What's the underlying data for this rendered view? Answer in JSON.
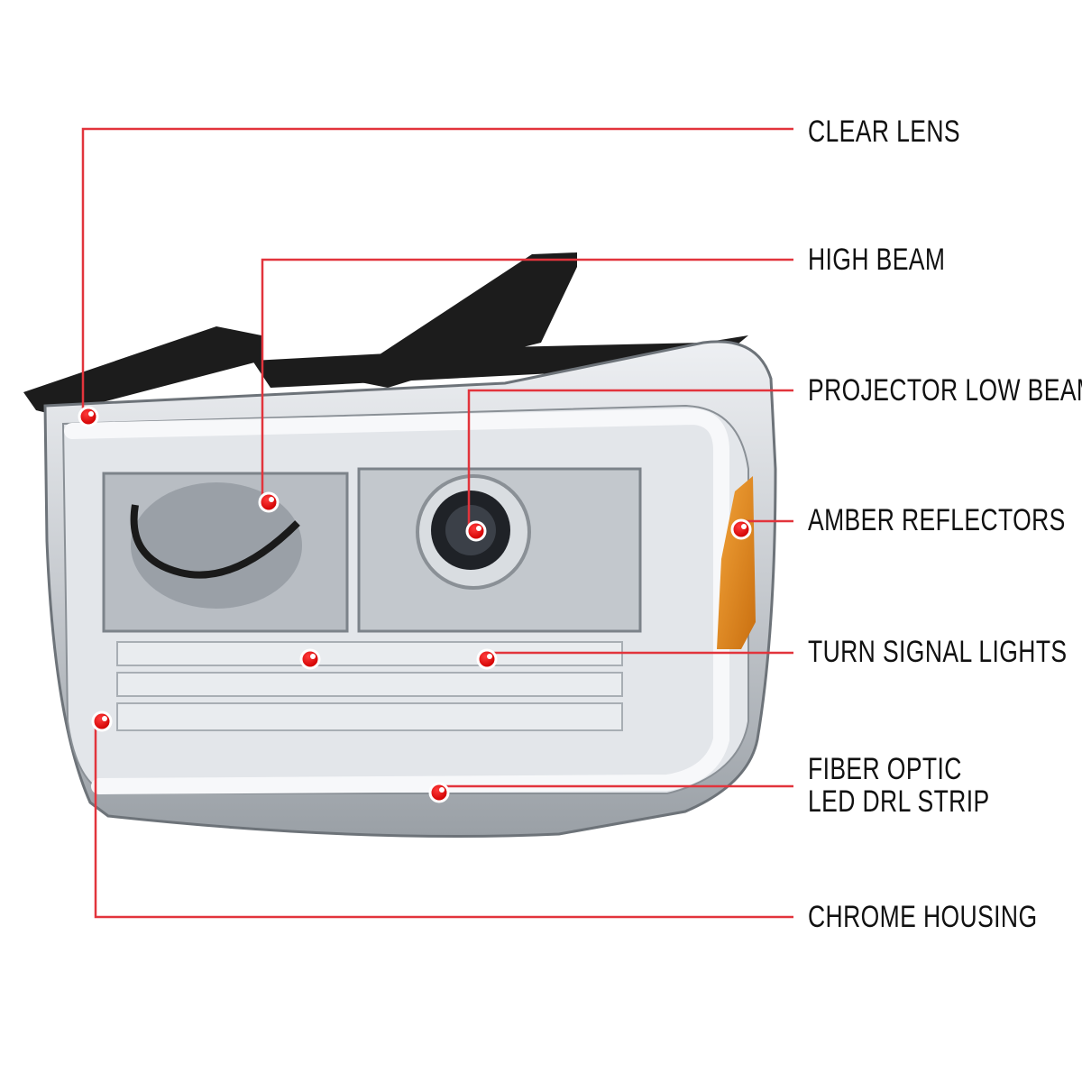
{
  "callouts": [
    {
      "label": "CLEAR LENS"
    },
    {
      "label": "HIGH BEAM"
    },
    {
      "label": "PROJECTOR LOW BEAM"
    },
    {
      "label": "AMBER REFLECTORS"
    },
    {
      "label": "TURN SIGNAL LIGHTS"
    },
    {
      "label_line1": "FIBER OPTIC",
      "label_line2": "LED DRL STRIP"
    },
    {
      "label": "CHROME HOUSING"
    }
  ],
  "colors": {
    "callout_line": "#e2343c",
    "dot": "#e8000b",
    "amber": "#e08a1a",
    "chrome": "#cfd3d8",
    "bracket": "#1a1a1a"
  }
}
